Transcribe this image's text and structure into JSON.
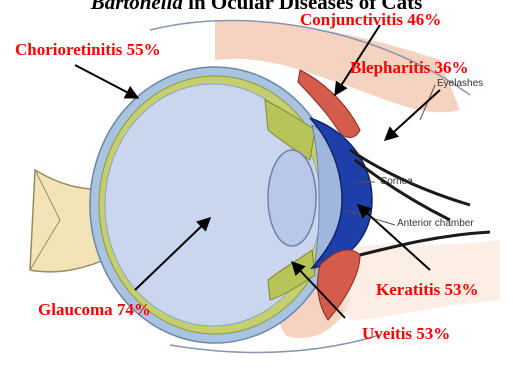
{
  "title": {
    "genus": "Bartonella",
    "rest": " in Ocular Diseases of Cats"
  },
  "labels": {
    "conjunctivitis": "Conjunctivitis 46%",
    "chorioretinitis": "Chorioretinitis 55%",
    "blepharitis": "Blepharitis 36%",
    "glaucoma": "Glaucoma 74%",
    "keratitis": "Keratitis 53%",
    "uveitis": "Uveitis 53%"
  },
  "anatomy": {
    "eyelashes": "Eyelashes",
    "cornea": "Cornea",
    "anterior_chamber": "Anterior chamber"
  },
  "colors": {
    "label_red": "#ff0000",
    "sclera": "#a9c4e0",
    "vitreous": "#c9d6ee",
    "retina": "#c6cf6e",
    "cornea": "#1e3ea8",
    "optic_nerve": "#f3e4b8",
    "eyelid": "#f6d3c0",
    "muscle": "#d45c4c"
  }
}
